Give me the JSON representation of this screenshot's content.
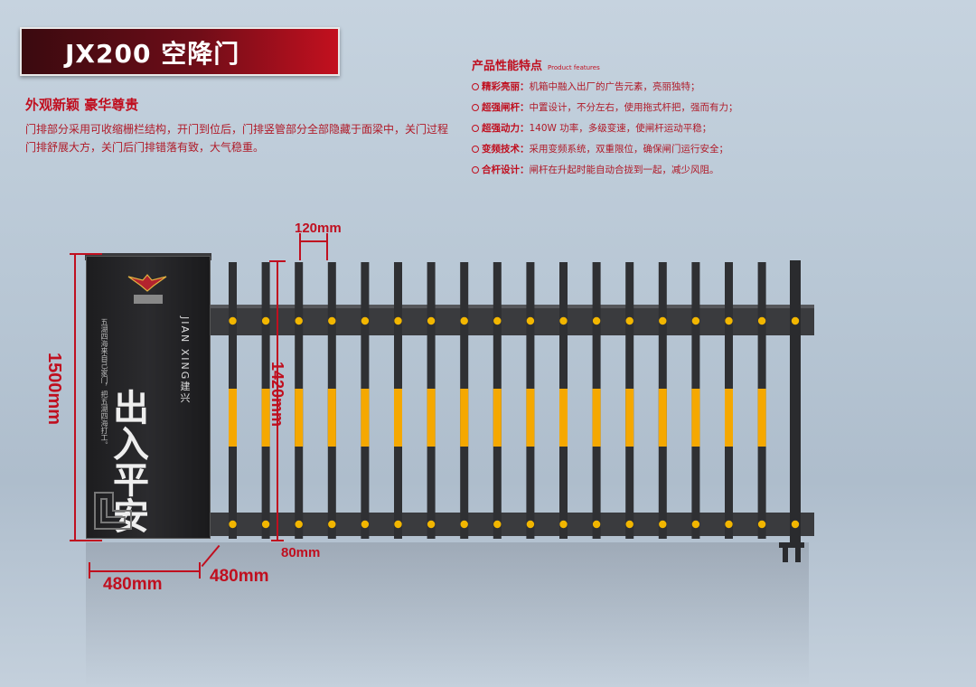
{
  "title": "JX200 空降门",
  "subtitle": "外观新颖  豪华尊贵",
  "description": "门排部分采用可收缩栅栏结构，开门到位后，门排竖管部分全部隐藏于面梁中，关门过程门排舒展大方，关门后门排错落有致，大气稳重。",
  "features": {
    "heading": "产品性能特点",
    "heading_en": "Product features",
    "items": [
      {
        "label": "精彩亮丽：",
        "text": "机箱中融入出厂的广告元素，亮丽独特；"
      },
      {
        "label": "超强闸杆：",
        "text": "中置设计，不分左右，使用拖式杆把，强而有力；"
      },
      {
        "label": "超强动力：",
        "text": "140W 功率，多级变速，使闸杆运动平稳；"
      },
      {
        "label": "变频技术：",
        "text": "采用变频系统，双重限位，确保闸门运行安全；"
      },
      {
        "label": "合杆设计：",
        "text": "闸杆在升起时能自动合拢到一起，减少风阻。"
      }
    ]
  },
  "dimensions": {
    "cabinet_height": "1500mm",
    "bar_height": "1420mm",
    "bar_spacing": "120mm",
    "bottom_gap": "80mm",
    "cabinet_width": "480mm",
    "cabinet_depth": "480mm"
  },
  "cabinet": {
    "brand": "JIAN XING建兴",
    "slogan": "出入平安",
    "poem": "五湖四海来自己家门，把五湖四海打工。"
  },
  "colors": {
    "accent": "#c00f1f",
    "bar": "#2f3033",
    "stripe": "#f5a800",
    "bolt": "#f2b600"
  }
}
